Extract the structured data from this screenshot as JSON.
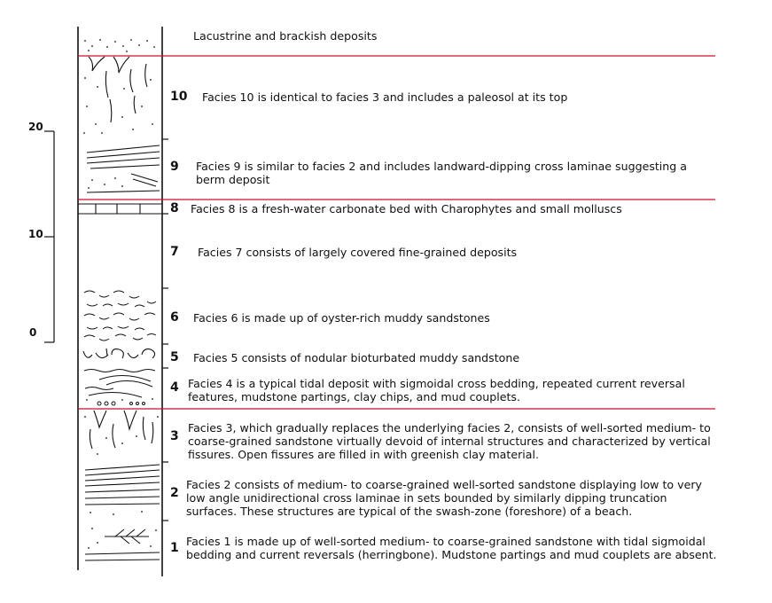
{
  "top_label": "Lacustrine and brackish deposits",
  "scale": {
    "labels": [
      "20",
      "10",
      "0"
    ]
  },
  "facies": [
    {
      "number": "10",
      "lines": [
        "Facies 10 is identical to facies 3 and includes a paleosol at its top"
      ]
    },
    {
      "number": "9",
      "lines": [
        "Facies 9 is similar to facies 2 and includes landward-dipping cross laminae suggesting a",
        "berm deposit"
      ]
    },
    {
      "number": "8",
      "lines": [
        "Facies 8 is a fresh-water carbonate bed with Charophytes and small molluscs"
      ]
    },
    {
      "number": "7",
      "lines": [
        "Facies 7 consists of largely covered fine-grained deposits"
      ]
    },
    {
      "number": "6",
      "lines": [
        "Facies 6 is made up of oyster-rich muddy sandstones"
      ]
    },
    {
      "number": "5",
      "lines": [
        "Facies 5 consists of nodular bioturbated muddy sandstone"
      ]
    },
    {
      "number": "4",
      "lines": [
        "Facies 4 is a typical tidal deposit with sigmoidal cross bedding, repeated current reversal",
        "features, mudstone partings, clay chips, and mud couplets."
      ]
    },
    {
      "number": "3",
      "lines": [
        "Facies 3, which gradually replaces the underlying facies 2, consists of well-sorted medium- to",
        "coarse-grained sandstone virtually devoid of internal structures and characterized by vertical",
        "fissures. Open fissures are filled in with greenish clay material."
      ]
    },
    {
      "number": "2",
      "lines": [
        "Facies 2 consists of medium- to coarse-grained well-sorted sandstone displaying low to very",
        "low angle unidirectional cross laminae in sets bounded by similarly dipping truncation",
        "surfaces. These structures are typical of the swash-zone (foreshore) of a beach."
      ]
    },
    {
      "number": "1",
      "lines": [
        "Facies 1 is made up of well-sorted medium- to coarse-grained sandstone with tidal sigmoidal",
        "bedding and current reversals (herringbone). Mudstone partings and mud couplets are absent."
      ]
    }
  ],
  "colors": {
    "boundary_line": "#c8102e",
    "ink": "#111111"
  }
}
